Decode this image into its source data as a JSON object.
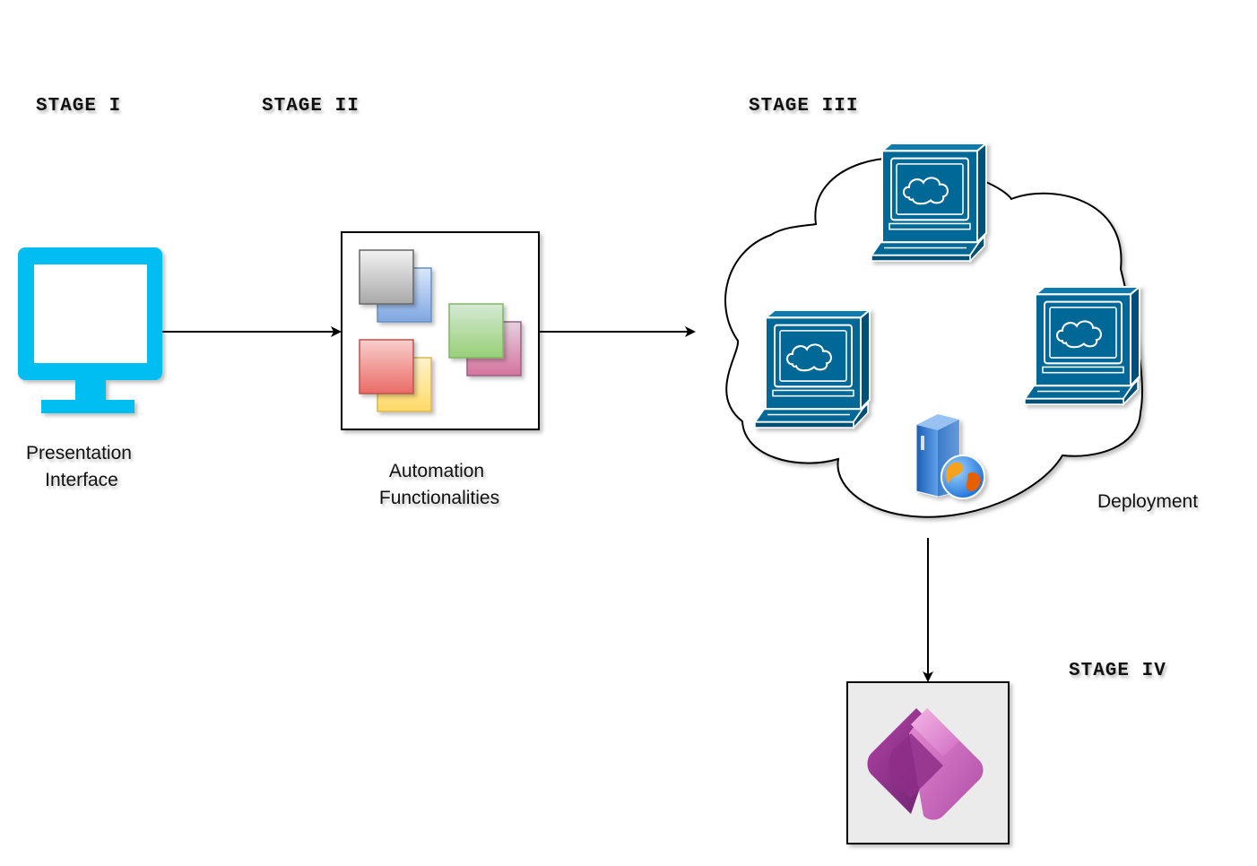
{
  "stages": {
    "stage1": "STAGE I",
    "stage2": "STAGE II",
    "stage3": "STAGE III",
    "stage4": "STAGE IV"
  },
  "nodes": {
    "presentation": {
      "line1": "Presentation",
      "line2": "Interface",
      "icon": "monitor-icon"
    },
    "automation": {
      "line1": "Automation",
      "line2": "Functionalities",
      "icon": "stacked-windows-icon"
    },
    "deployment": {
      "label": "Deployment",
      "icon": "cloud-computers-icon"
    },
    "power_apps": {
      "icon": "power-apps-logo-icon"
    }
  },
  "colors": {
    "monitor": "#00BEF2",
    "terminal": "#036897",
    "power_apps_dark": "#742774",
    "power_apps_light": "#E985D0",
    "power_apps_bg": "#EBEBEB"
  }
}
